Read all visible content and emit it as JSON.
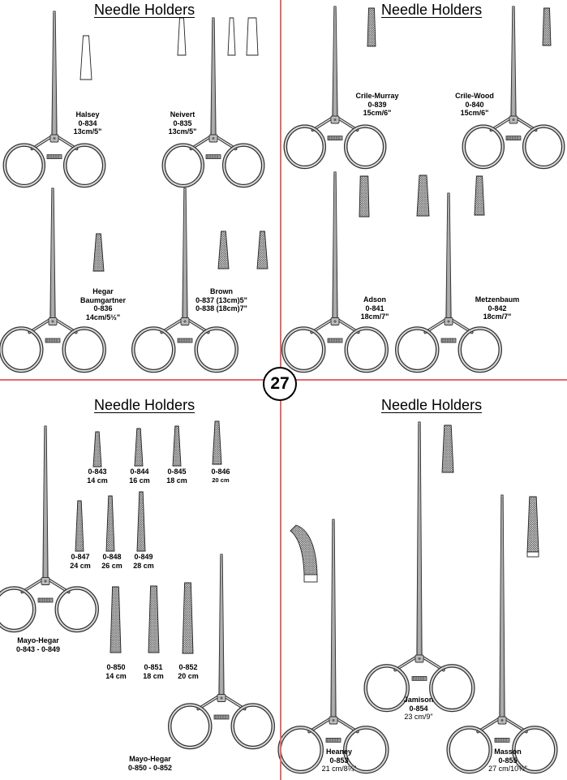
{
  "page_number": "27",
  "sections": {
    "top_left": {
      "heading": "Needle Holders"
    },
    "top_right": {
      "heading": "Needle Holders"
    },
    "bottom_left": {
      "heading": "Needle Holders"
    },
    "bottom_right": {
      "heading": "Needle Holders"
    }
  },
  "instruments": {
    "halsey": {
      "name": "Halsey",
      "code": "0-834",
      "size": "13cm/5\""
    },
    "neivert": {
      "name": "Neivert",
      "code": "0-835",
      "size": "13cm/5\""
    },
    "hegar": {
      "name1": "Hegar",
      "name2": "Baumgartner",
      "code": "0-836",
      "size": "14cm/5½\""
    },
    "brown": {
      "name": "Brown",
      "line1": "0-837 (13cm)5\"",
      "line2": "0-838 (18cm)7\""
    },
    "crile_murray": {
      "name": "Crile-Murray",
      "code": "0-839",
      "size": "15cm/6\""
    },
    "crile_wood": {
      "name": "Crile-Wood",
      "code": "0-840",
      "size": "15cm/6\""
    },
    "adson": {
      "name": "Adson",
      "code": "0-841",
      "size": "18cm/7\""
    },
    "metzenbaum": {
      "name": "Metzenbaum",
      "code": "0-842",
      "size": "18cm/7\""
    },
    "mayo_hegar_a": {
      "name": "Mayo-Hegar",
      "range": "0-843 - 0-849"
    },
    "mayo_hegar_b": {
      "name": "Mayo-Hegar",
      "range": "0-850 - 0-852"
    },
    "heaney": {
      "name": "Heaney",
      "code": "0-853",
      "size": "21 cm/8¼\""
    },
    "jamison": {
      "name": "Jamison",
      "code": "0-854",
      "size": "23 cm/9\""
    },
    "masson": {
      "name": "Masson",
      "code": "0-855",
      "size": "27 cm/10¾\""
    }
  },
  "jaw_variants": [
    {
      "code": "0-843",
      "size": "14 cm"
    },
    {
      "code": "0-844",
      "size": "16 cm"
    },
    {
      "code": "0-845",
      "size": "18 cm"
    },
    {
      "code": "0-846",
      "size": "20 cm"
    },
    {
      "code": "0-847",
      "size": "24 cm"
    },
    {
      "code": "0-848",
      "size": "26 cm"
    },
    {
      "code": "0-849",
      "size": "28 cm"
    },
    {
      "code": "0-850",
      "size": "14 cm"
    },
    {
      "code": "0-851",
      "size": "18 cm"
    },
    {
      "code": "0-852",
      "size": "20 cm"
    }
  ]
}
